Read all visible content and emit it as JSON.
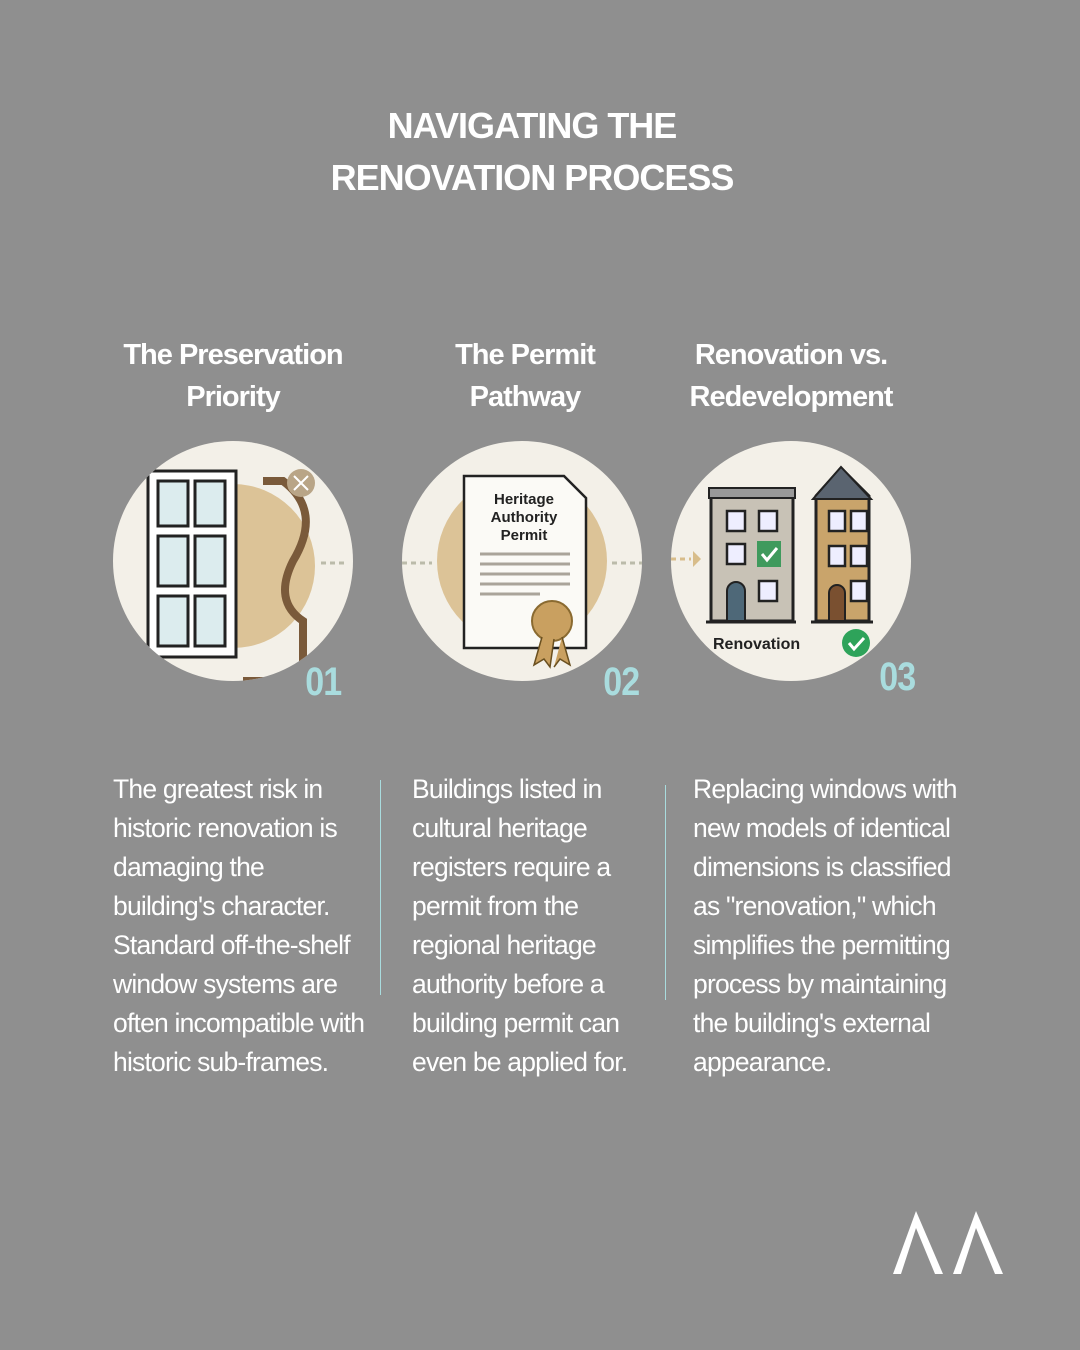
{
  "title": {
    "line1": "NAVIGATING THE",
    "line2": "RENOVATION PROCESS"
  },
  "steps": [
    {
      "number": "01",
      "heading_line1": "The Preservation",
      "heading_line2": "Priority",
      "body": "The greatest risk in historic renovation is damaging the building's character. Standard off-the-shelf window systems are often incompatible with historic sub-frames."
    },
    {
      "number": "02",
      "heading_line1": "The Permit",
      "heading_line2": "Pathway",
      "body": "Buildings listed in cultural heritage registers require a permit from the regional heritage authority before a building permit can even be applied for.",
      "illustration_text": {
        "l1": "Heritage",
        "l2": "Authority",
        "l3": "Permit"
      }
    },
    {
      "number": "03",
      "heading_line1": "Renovation vs.",
      "heading_line2": "Redevelopment",
      "body": "Replacing windows with new models of identical dimensions is classified as \"renovation,\" which simplifies the permitting process by maintaining the building's external appearance.",
      "illustration_text": {
        "label": "Renovation"
      }
    }
  ],
  "colors": {
    "background": "#8f8f8f",
    "accent": "#a9dcde",
    "tan": "#d8bd8a"
  }
}
